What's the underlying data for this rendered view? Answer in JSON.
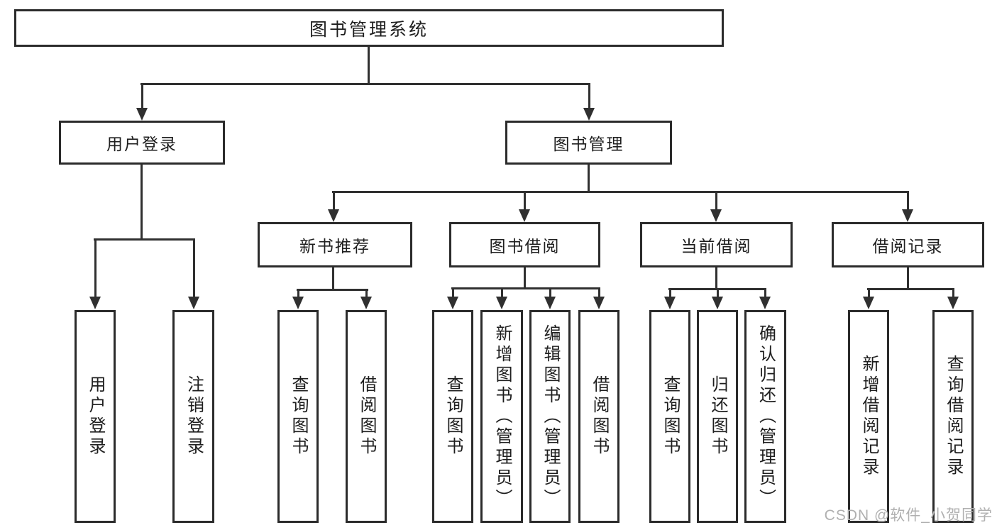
{
  "diagram": {
    "title": "图书管理系统",
    "watermark": "CSDN @软件_小贺同学",
    "colors": {
      "background": "#ffffff",
      "line": "#303030",
      "box_border": "#2b2b2b",
      "text": "#1e1e1e",
      "watermark": "#b0b0b0"
    },
    "nodes": {
      "root": {
        "label": "图书管理系统"
      },
      "user_login": {
        "label": "用户登录"
      },
      "book_mgmt": {
        "label": "图书管理"
      },
      "new_book_rec": {
        "label": "新书推荐"
      },
      "book_borrow": {
        "label": "图书借阅"
      },
      "current_borrow": {
        "label": "当前借阅"
      },
      "borrow_record": {
        "label": "借阅记录"
      },
      "leaf_user_login": {
        "label": "用户登录"
      },
      "leaf_logout": {
        "label": "注销登录"
      },
      "leaf_nb_query": {
        "label": "查询图书"
      },
      "leaf_nb_borrow": {
        "label": "借阅图书"
      },
      "leaf_bb_query": {
        "label": "查询图书"
      },
      "leaf_bb_add": {
        "label": "新增图书（管理员）"
      },
      "leaf_bb_edit": {
        "label": "编辑图书（管理员）"
      },
      "leaf_bb_borrow": {
        "label": "借阅图书"
      },
      "leaf_cb_query": {
        "label": "查询图书"
      },
      "leaf_cb_return": {
        "label": "归还图书"
      },
      "leaf_cb_confirm": {
        "label": "确认归还（管理员）"
      },
      "leaf_br_add": {
        "label": "新增借阅记录"
      },
      "leaf_br_query": {
        "label": "查询借阅记录"
      }
    },
    "hierarchy": {
      "root": [
        "user_login",
        "book_mgmt"
      ],
      "user_login": [
        "leaf_user_login",
        "leaf_logout"
      ],
      "book_mgmt": [
        "new_book_rec",
        "book_borrow",
        "current_borrow",
        "borrow_record"
      ],
      "new_book_rec": [
        "leaf_nb_query",
        "leaf_nb_borrow"
      ],
      "book_borrow": [
        "leaf_bb_query",
        "leaf_bb_add",
        "leaf_bb_edit",
        "leaf_bb_borrow"
      ],
      "current_borrow": [
        "leaf_cb_query",
        "leaf_cb_return",
        "leaf_cb_confirm"
      ],
      "borrow_record": [
        "leaf_br_add",
        "leaf_br_query"
      ]
    }
  }
}
